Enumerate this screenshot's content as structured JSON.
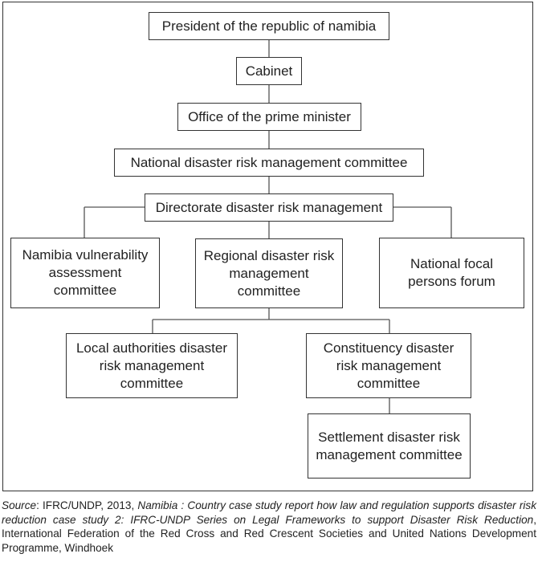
{
  "nodes": {
    "president": "President of the republic of namibia",
    "cabinet": "Cabinet",
    "opm": "Office of the prime minister",
    "ndrmc": "National disaster risk management committee",
    "ddrm": "Directorate disaster risk management",
    "nvac": "Namibia vulnerability assessment committee",
    "rdrmc": "Regional disaster risk management committee",
    "nfpf": "National focal persons forum",
    "ladrmc": "Local authorities disaster risk management committee",
    "cdrmc": "Constituency disaster risk management committee",
    "sdrmc": "Settlement disaster risk management committee"
  },
  "source": {
    "label": "Source",
    "p1": ": IFRC/UNDP, 2013, ",
    "title": "Namibia : Country case study report how law and regulation supports disaster risk reduction case study 2: IFRC-UNDP Series on Legal Frameworks to support Disaster Risk Reduction",
    "p2": ", International Federation of the Red Cross and Red Crescent Societies and United Nations Development Programme, Windhoek"
  }
}
